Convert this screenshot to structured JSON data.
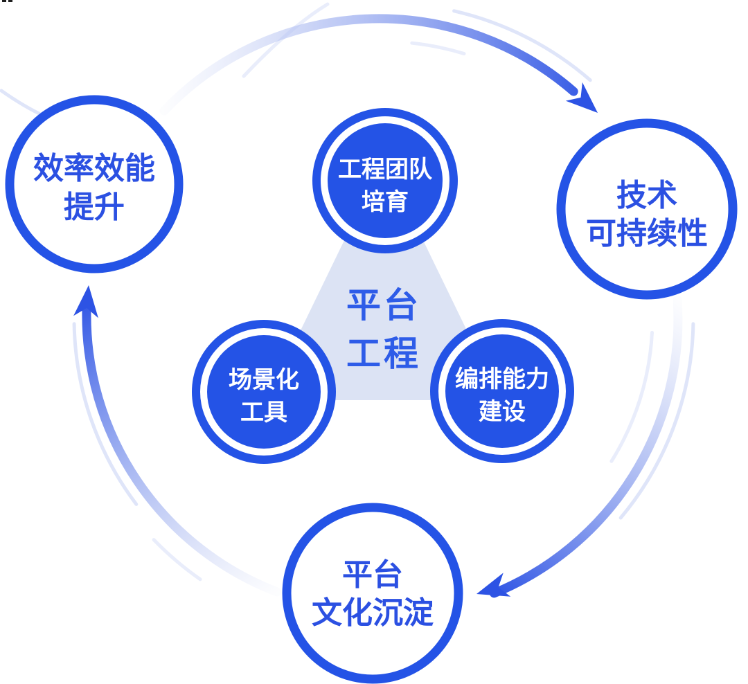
{
  "colors": {
    "primary": "#2453e6",
    "label_text": "#2b50e2",
    "center_text": "#2e5ce8",
    "triangle_fill": "#dce3f4",
    "arc_dark": "#2d53e4",
    "speed_line": "#dfe5f9",
    "node_text": "#ffffff"
  },
  "center": {
    "line1": "平台",
    "line2": "工程"
  },
  "outer_nodes": [
    {
      "id": "efficiency-gain",
      "line1": "效率效能",
      "line2": "提升"
    },
    {
      "id": "tech-sustainability",
      "line1": "技术",
      "line2": "可持续性"
    },
    {
      "id": "platform-culture",
      "line1": "平台",
      "line2": "文化沉淀"
    }
  ],
  "inner_nodes": [
    {
      "id": "engineering-team-cultivation",
      "line1": "工程团队",
      "line2": "培育"
    },
    {
      "id": "scenario-tools",
      "line1": "场景化",
      "line2": "工具"
    },
    {
      "id": "orchestration-capability",
      "line1": "编排能力",
      "line2": "建设"
    }
  ]
}
